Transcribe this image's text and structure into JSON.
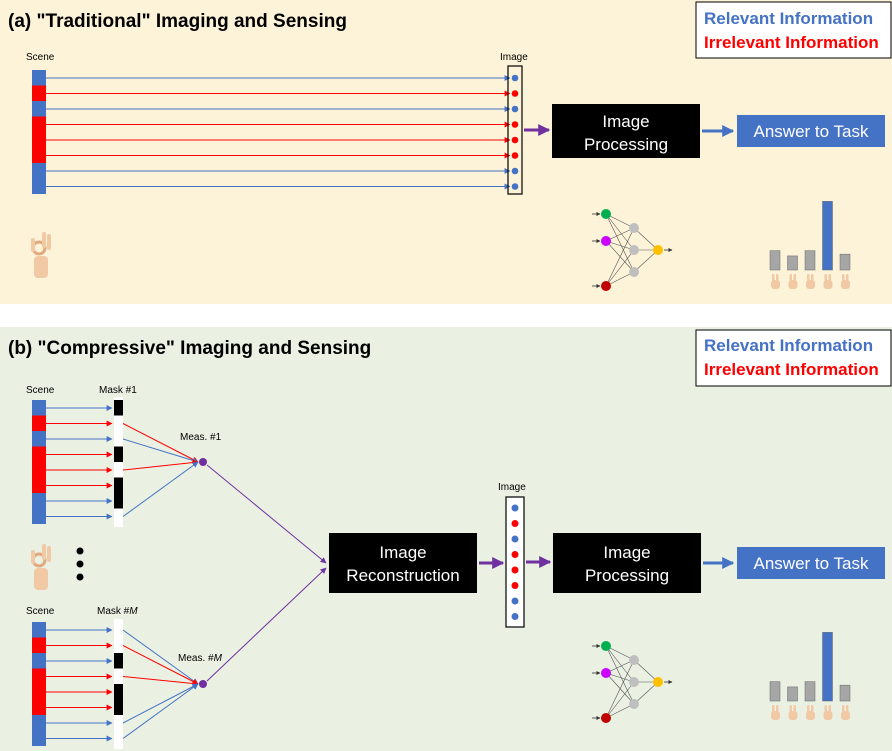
{
  "colors": {
    "relevant": "#4472c4",
    "irrelevant": "#ff0000",
    "arrow_purple": "#7030a0",
    "box_black": "#000000",
    "answer_box": "#4472c4",
    "panel_a_bg": "#fdf3d9",
    "panel_b_bg": "#eaf1e3",
    "bar_gray": "#a6a6a6",
    "node_green": "#00b050",
    "node_magenta": "#cc00ff",
    "node_darkred": "#c00000",
    "node_gray": "#bfbfbf",
    "node_yellow": "#ffc000"
  },
  "panel_a": {
    "title": "(a) \"Traditional\" Imaging and Sensing",
    "legend_relevant": "Relevant Information",
    "legend_irrelevant": "Irrelevant Information",
    "scene_label": "Scene",
    "image_label": "Image",
    "processing_line1": "Image",
    "processing_line2": "Processing",
    "answer_label": "Answer to Task",
    "hand_icon": "ok-hand-icon"
  },
  "panel_b": {
    "title": "(b) \"Compressive\" Imaging and Sensing",
    "legend_relevant": "Relevant Information",
    "legend_irrelevant": "Irrelevant Information",
    "scene_label_1": "Scene",
    "scene_label_2": "Scene",
    "mask_label_1": "Mask #1",
    "mask_label_m_prefix": "Mask #",
    "mask_label_m_var": "M",
    "meas_label_1": "Meas. #1",
    "meas_label_m_prefix": "Meas. #",
    "meas_label_m_var": "M",
    "image_label": "Image",
    "reconstruction_line1": "Image",
    "reconstruction_line2": "Reconstruction",
    "processing_line1": "Image",
    "processing_line2": "Processing",
    "answer_label": "Answer to Task",
    "ellipsis_icon": "vertical-ellipsis-icon"
  },
  "scene_pattern": [
    "relevant",
    "irrelevant",
    "relevant",
    "irrelevant",
    "irrelevant",
    "irrelevant",
    "relevant",
    "relevant"
  ],
  "gesture_bars": [
    0.22,
    0.16,
    0.22,
    0.78,
    0.18
  ],
  "gesture_icons": [
    "victory-hand-icon",
    "fist-hand-icon",
    "pointing-hand-icon",
    "ok-hand-icon",
    "open-hand-icon"
  ]
}
